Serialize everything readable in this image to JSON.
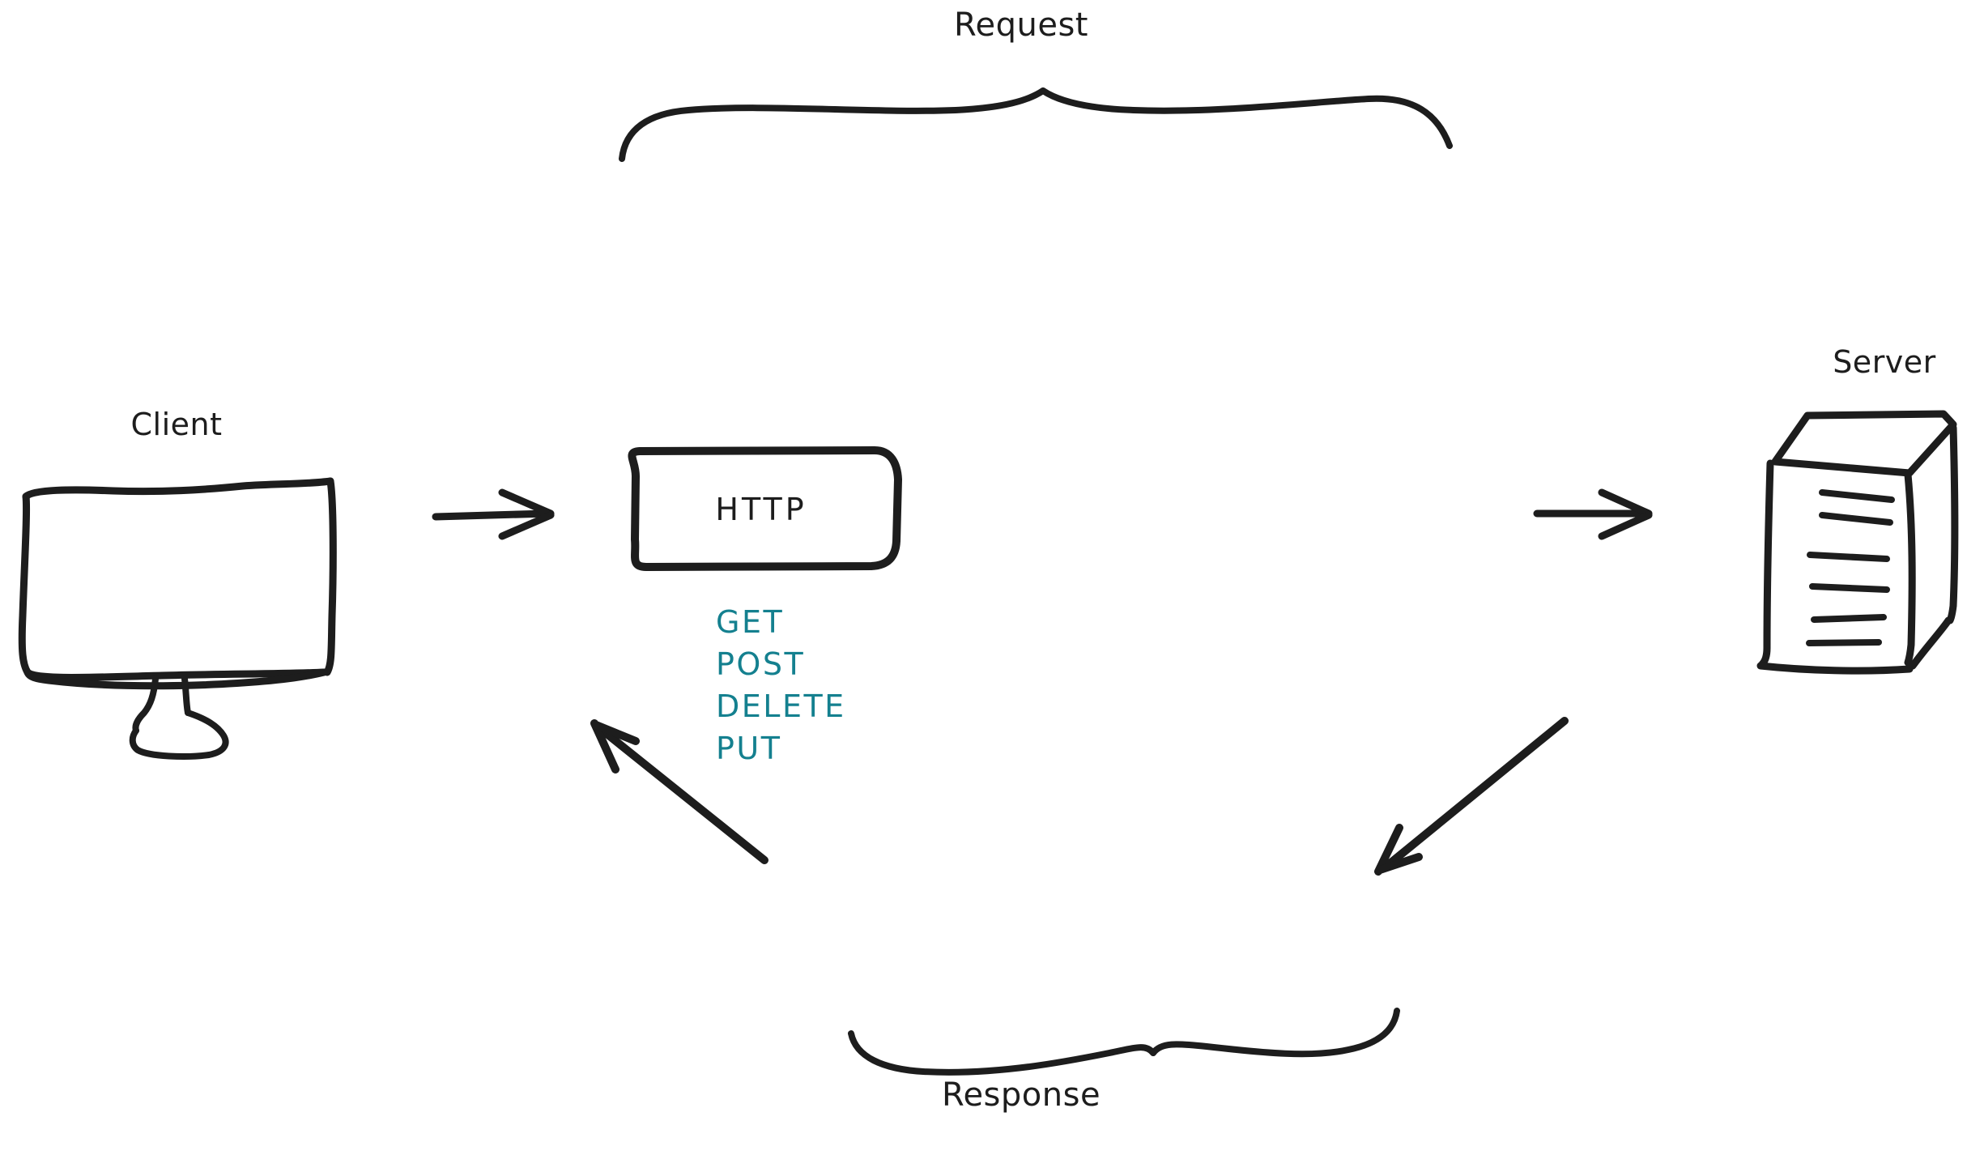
{
  "diagram": {
    "title_request": "Request",
    "title_response": "Response",
    "background_color": "#ffffff",
    "ink_color": "#1d1d1d",
    "accent_color": "#14808f",
    "style": "hand-drawn"
  },
  "nodes": {
    "client": {
      "label": "Client",
      "icon": "monitor-icon"
    },
    "protocol": {
      "label": "HTTP",
      "shape": "rounded-rectangle"
    },
    "server": {
      "label": "Server",
      "icon": "server-tower-icon"
    }
  },
  "methods": {
    "color": "#14808f",
    "items": [
      "GET",
      "POST",
      "DELETE",
      "PUT"
    ]
  },
  "flows": [
    {
      "name": "client-to-http",
      "direction": "right"
    },
    {
      "name": "http-to-server",
      "direction": "right"
    },
    {
      "name": "server-to-down-left",
      "direction": "down-left"
    },
    {
      "name": "response-to-client",
      "direction": "up-left"
    }
  ],
  "braces": [
    {
      "name": "request-brace",
      "label": "Request",
      "position": "top",
      "opens": "up"
    },
    {
      "name": "response-brace",
      "label": "Response",
      "position": "bottom",
      "opens": "down"
    }
  ]
}
